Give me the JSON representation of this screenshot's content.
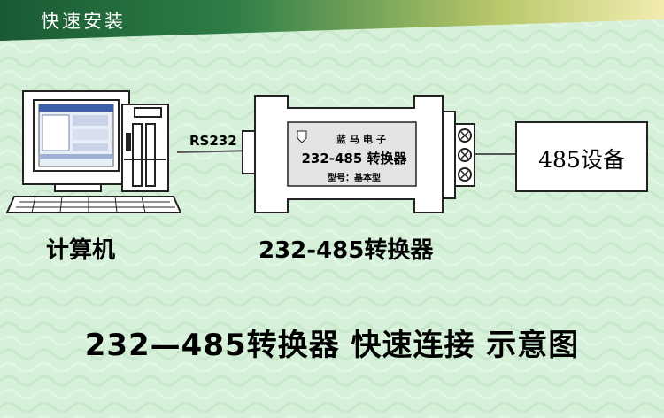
{
  "header": {
    "title": "快速安装"
  },
  "diagram": {
    "computer_label": "计算机",
    "converter_label": "232-485转换器",
    "link_label": "RS232",
    "device_label": "485设备",
    "plate": {
      "brand": "蓝马电子",
      "model": "232-485 转换器",
      "type": "型号：基本型"
    }
  },
  "caption": "232—485转换器 快速连接 示意图",
  "colors": {
    "header_green": "#1f6b3c",
    "header_yellow": "#e6e082",
    "background": "#d9f2dc"
  }
}
